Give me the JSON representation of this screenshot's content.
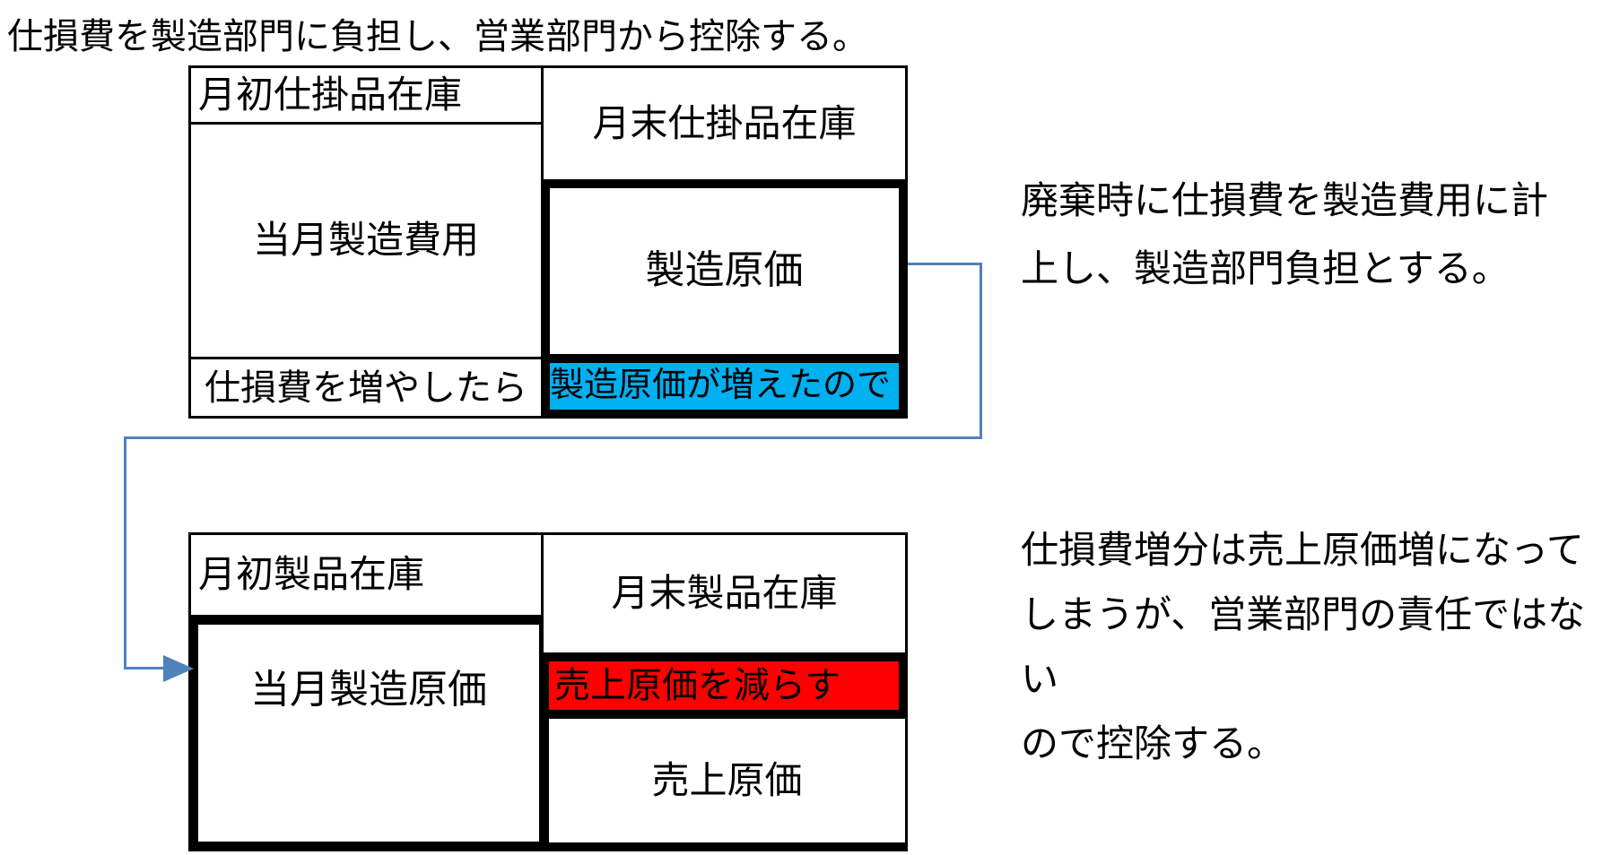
{
  "title": "仕損費を製造部門に負担し、営業部門から控除する。",
  "colors": {
    "highlight_blue": "#00B0F0",
    "highlight_red": "#FF0000",
    "connector_blue": "#4F81BD",
    "border_black": "#000000"
  },
  "wip_table": {
    "beginning_inventory": "月初仕掛品在庫",
    "current_cost": "当月製造費用",
    "spoilage_note": "仕損費を増やしたら",
    "ending_inventory": "月末仕掛品在庫",
    "manufacturing_cost": "製造原価",
    "cost_increase_note": "製造原価が増えたので"
  },
  "product_table": {
    "beginning_inventory": "月初製品在庫",
    "current_manufacturing_cost": "当月製造原価",
    "ending_inventory": "月末製品在庫",
    "reduce_cogs_note": "売上原価を減らす",
    "cogs": "売上原価"
  },
  "annotations": {
    "disposal_note": "廃棄時に仕損費を製造費用に計\n上し、製造部門負担とする。",
    "deduction_note": "仕損費増分は売上原価増になって\nしまうが、営業部門の責任ではない\nので控除する。"
  }
}
